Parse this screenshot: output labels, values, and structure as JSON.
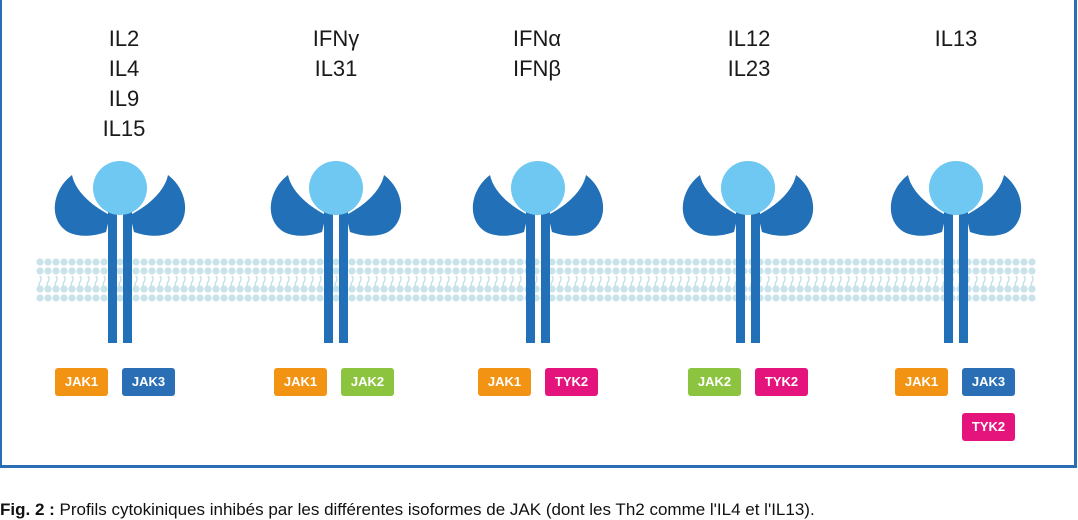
{
  "colors": {
    "frame": "#2a6fb5",
    "receptor": "#2270b8",
    "ligand": "#6ec8f1",
    "membrane": "#c9e3ea",
    "jak1": "#f39313",
    "jak2": "#8cc43f",
    "jak3": "#2a6fb5",
    "tyk2": "#e5137c"
  },
  "receptors": [
    {
      "cytokines": [
        "IL2",
        "IL4",
        "IL9",
        "IL15"
      ],
      "kinases": [
        "JAK1",
        "JAK3"
      ]
    },
    {
      "cytokines": [
        "IFNγ",
        "IL31"
      ],
      "kinases": [
        "JAK1",
        "JAK2"
      ]
    },
    {
      "cytokines": [
        "IFNα",
        "IFNβ"
      ],
      "kinases": [
        "JAK1",
        "TYK2"
      ]
    },
    {
      "cytokines": [
        "IL12",
        "IL23"
      ],
      "kinases": [
        "JAK2",
        "TYK2"
      ]
    },
    {
      "cytokines": [
        "IL13"
      ],
      "kinases": [
        "JAK1",
        "JAK3",
        "TYK2"
      ]
    }
  ],
  "caption": {
    "label": "Fig. 2 :",
    "text": " Profils cytokiniques inhibés par les différentes isoformes de JAK (dont les Th2 comme l'IL4 et l'IL13)."
  }
}
